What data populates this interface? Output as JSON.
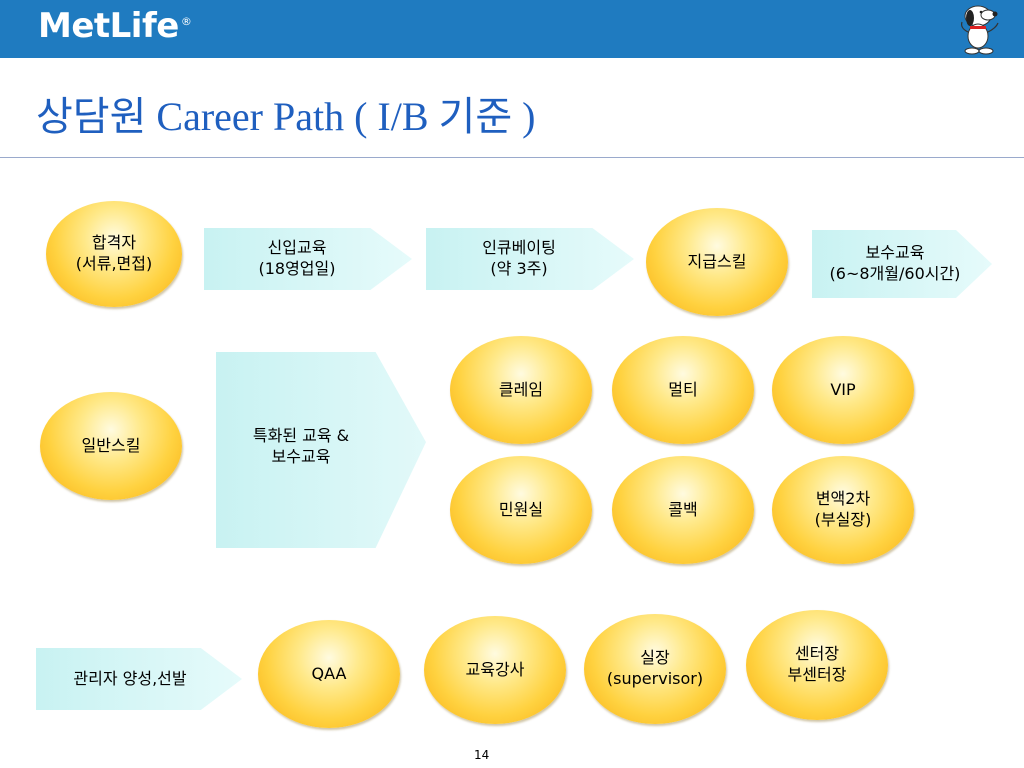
{
  "header": {
    "brand": "MetLife",
    "reg_mark": "®",
    "mascot_icon": "snoopy-mascot-icon",
    "bar_color": "#1f7bc0"
  },
  "title": "상담원 Career Path ( I/B 기준 )",
  "nodes": {
    "hapgyeokja": "합격자\n(서류,면접)",
    "sinip": "신입교육\n(18영업일)",
    "incubating": "인큐베이팅\n(약 3주)",
    "jigeup": "지급스킬",
    "bosu_top": "보수교육\n(6~8개월/60시간)",
    "ilban": "일반스킬",
    "teukhwa": "특화된 교육 &\n보수교육",
    "claim": "클레임",
    "multi": "멀티",
    "vip": "VIP",
    "minwon": "민원실",
    "callback": "콜백",
    "byeonaek": "변액2차\n(부실장)",
    "gwanri": "관리자 양성,선발",
    "qaa": "QAA",
    "gangsa": "교육강사",
    "siljang": "실장\n(supervisor)",
    "center": "센터장\n부센터장"
  },
  "page_number": "14"
}
